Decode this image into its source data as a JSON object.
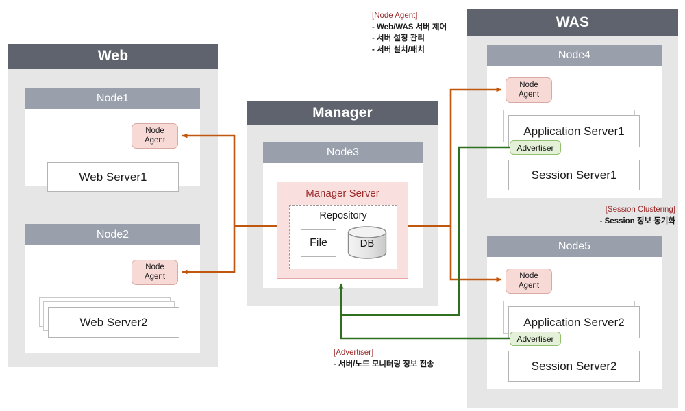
{
  "groups": {
    "web": {
      "title": "Web"
    },
    "manager": {
      "title": "Manager"
    },
    "was": {
      "title": "WAS"
    }
  },
  "nodes": {
    "node1": {
      "title": "Node1"
    },
    "node2": {
      "title": "Node2"
    },
    "node3": {
      "title": "Node3"
    },
    "node4": {
      "title": "Node4"
    },
    "node5": {
      "title": "Node5"
    }
  },
  "agents": {
    "line1": "Node",
    "line2": "Agent"
  },
  "servers": {
    "web_server1": "Web Server1",
    "web_server2": "Web Server2",
    "app_server1": "Application Server1",
    "session_server1": "Session Server1",
    "app_server2": "Application Server2",
    "session_server2": "Session Server2"
  },
  "manager_server": {
    "title": "Manager Server",
    "repository_title": "Repository",
    "file_label": "File",
    "db_label": "DB"
  },
  "advertiser": {
    "label1": "Advertiser",
    "label2": "Advertiser"
  },
  "annotations": {
    "node_agent": {
      "heading": "[Node Agent]",
      "line1": "- Web/WAS 서버 제어",
      "line2": "- 서버 설정 관리",
      "line3": "- 서버 설치/패치"
    },
    "session_clustering": {
      "heading": "[Session Clustering]",
      "line1": "- Session 정보 동기화"
    },
    "advertiser": {
      "heading": "[Advertiser]",
      "line1": "- 서버/노드 모니터링 정보 전송"
    }
  },
  "colors": {
    "group_header": "#5e636d",
    "group_body": "#e6e6e6",
    "node_header": "#9aa0ab",
    "node_body": "#ffffff",
    "agent_fill": "#f7d9d6",
    "agent_border": "#d9a9a4",
    "advertiser_fill": "#e4f0d8",
    "advertiser_border": "#94bf6e",
    "manager_server_fill": "#fadfdf",
    "manager_server_border": "#e8a6a6",
    "manager_server_text": "#9b2a2a",
    "control_line": "#c0570f",
    "monitor_line": "#2f7020",
    "annotation_heading": "#9b2a2a"
  }
}
